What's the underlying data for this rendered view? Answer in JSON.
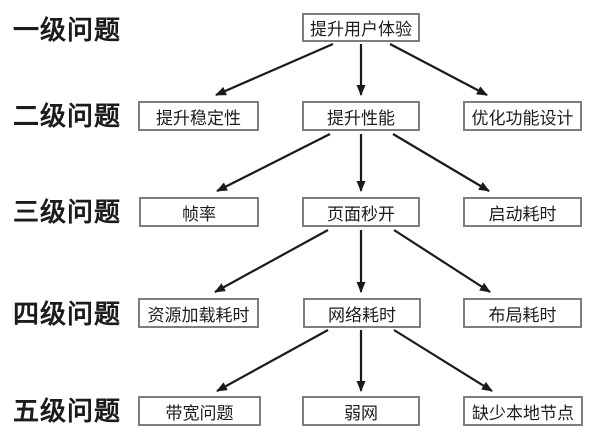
{
  "colors": {
    "border": "#7d7d7d",
    "arrow": "#1a1a1a",
    "text": "#1c1c1c",
    "background": "#ffffff"
  },
  "diagram": {
    "type": "tree",
    "levels": [
      {
        "label": "一级问题",
        "nodes": [
          "提升用户体验"
        ]
      },
      {
        "label": "二级问题",
        "nodes": [
          "提升稳定性",
          "提升性能",
          "优化功能设计"
        ]
      },
      {
        "label": "三级问题",
        "nodes": [
          "帧率",
          "页面秒开",
          "启动耗时"
        ]
      },
      {
        "label": "四级问题",
        "nodes": [
          "资源加载耗时",
          "网络耗时",
          "布局耗时"
        ]
      },
      {
        "label": "五级问题",
        "nodes": [
          "带宽问题",
          "弱网",
          "缺少本地节点"
        ]
      }
    ],
    "edges": [
      {
        "from": "提升用户体验",
        "to": "提升稳定性"
      },
      {
        "from": "提升用户体验",
        "to": "提升性能"
      },
      {
        "from": "提升用户体验",
        "to": "优化功能设计"
      },
      {
        "from": "提升性能",
        "to": "帧率"
      },
      {
        "from": "提升性能",
        "to": "页面秒开"
      },
      {
        "from": "提升性能",
        "to": "启动耗时"
      },
      {
        "from": "页面秒开",
        "to": "资源加载耗时"
      },
      {
        "from": "页面秒开",
        "to": "网络耗时"
      },
      {
        "from": "页面秒开",
        "to": "布局耗时"
      },
      {
        "from": "网络耗时",
        "to": "带宽问题"
      },
      {
        "from": "网络耗时",
        "to": "弱网"
      },
      {
        "from": "网络耗时",
        "to": "缺少本地节点"
      }
    ]
  }
}
